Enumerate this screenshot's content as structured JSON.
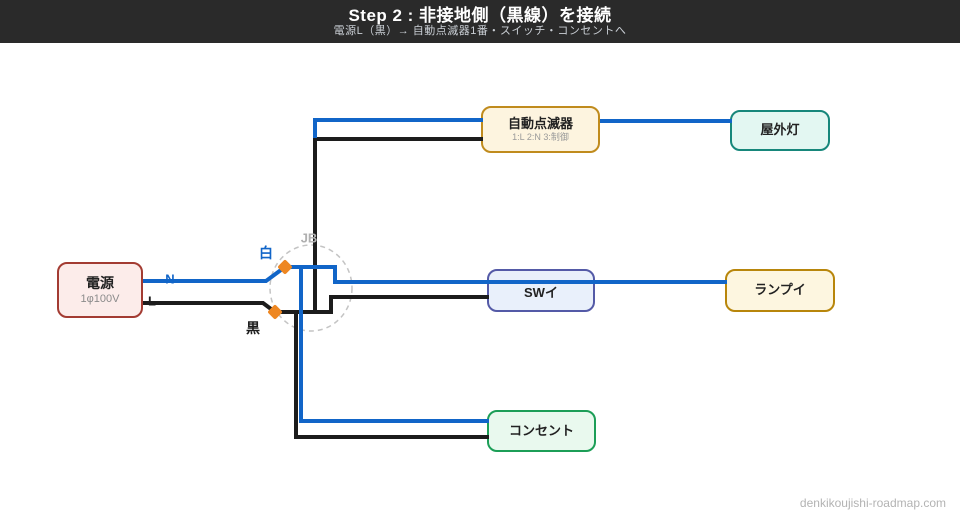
{
  "header": {
    "title": "Step 2 : 非接地側（黒線）を接続",
    "subtitle": "電源L（黒）→ 自動点滅器1番・スイッチ・コンセントへ"
  },
  "boxes": {
    "power": {
      "label": "電源",
      "sublabel": "1φ100V"
    },
    "sensor": {
      "label": "自動点滅器",
      "sublabel": "1:L 2:N 3:制御"
    },
    "outdoor_light": {
      "label": "屋外灯"
    },
    "switch_i": {
      "label": "SWイ"
    },
    "lamp_i": {
      "label": "ランプイ"
    },
    "outlet": {
      "label": "コンセント"
    }
  },
  "junction_box": {
    "label": "JB"
  },
  "wire_labels": {
    "white": "白",
    "black": "黒",
    "neutral": "N",
    "line": "L"
  },
  "colors": {
    "wire_white_blue": "#1165c8",
    "wire_black": "#1c1c1c",
    "connector_orange": "#ee8722",
    "jb_dashed": "#c4c4c4",
    "header_bg": "#2a2a2a",
    "power_border": "#a33b32",
    "power_fill": "#fcecea",
    "sensor_border": "#c08b1d",
    "sensor_fill": "#fdf4df",
    "outdoor_border": "#17877b",
    "outdoor_fill": "#e3f7f2",
    "switch_border": "#545aa7",
    "switch_fill": "#e9f0fb",
    "lamp_border": "#b8860b",
    "lamp_fill": "#fdf6e0",
    "outlet_border": "#1c9e57",
    "outlet_fill": "#e9f9ee"
  },
  "watermark": "denkikoujishi-roadmap.com"
}
